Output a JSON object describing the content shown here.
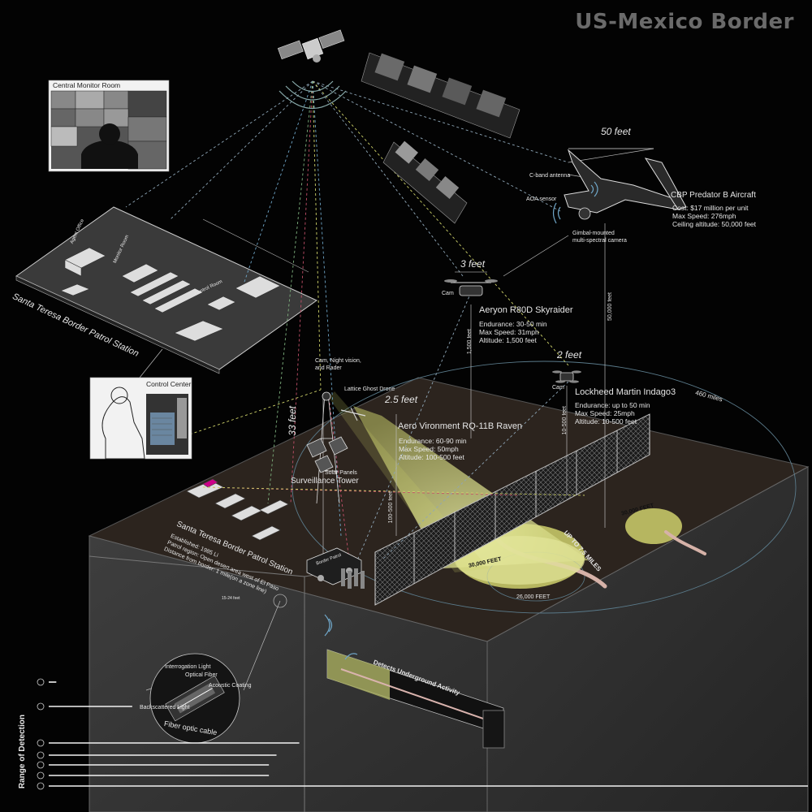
{
  "title": "US-Mexico Border",
  "monitor_room": {
    "title": "Central Monitor Room"
  },
  "control_center": {
    "title": "Control Center"
  },
  "station_plan": {
    "label": "Santa Teresa Border Patrol Station",
    "rooms": [
      "Agent Office",
      "Monitor Room",
      "Control Room"
    ]
  },
  "ground_station": {
    "name": "Santa Teresa Border Patrol Station",
    "established": "Established: 1985 Li",
    "patrol_region": "Patrol region: Open desert area west of El Paso",
    "distance": "Distance from border: 1 mile(on a zone line)"
  },
  "predator": {
    "name": "CBP Predator B Aircraft",
    "size": "50 feet",
    "cost": "Cost: $17 million per unit",
    "speed": "Max Speed: 276mph",
    "altitude": "Ceiling altitude: 50,000 feet",
    "c_band": "C-band antenna",
    "aoa": "AOA sensor",
    "gimbal": "Gimbal-mounted\nmulti-spectral camera",
    "alt_line": "50,000 feet"
  },
  "skyraider": {
    "name": "Aeryon R80D Skyraider",
    "size": "3 feet",
    "cam": "Cam",
    "endurance": "Endurance: 30-50 min",
    "speed": "Max Speed: 31mph",
    "altitude": "Altitude: 1,500 feet",
    "alt_line": "1,500 feet"
  },
  "indago": {
    "name": "Lockheed Martin Indago3",
    "size": "2 feet",
    "cam": "Cam",
    "endurance": "Endurance: up to 50 min",
    "speed": "Max Speed: 25mph",
    "altitude": "Altitude: 10-500 feet",
    "alt_line": "10-500 feet"
  },
  "raven": {
    "name": "Aero Vironment RQ-11B Raven",
    "size": "2.5 feet",
    "endurance": "Endurance: 60-90 min",
    "speed": "Max Speed: 50mph",
    "altitude": "Altitude: 100-500 feet",
    "alt_line": "100-500 feet"
  },
  "tower": {
    "label": "Surveillance Tower",
    "height": "33 feet",
    "sensors": "Cam, Night vision,\nand Rader",
    "ghost_drone": "Lattice Ghost Drone",
    "solar": "Solar Panels"
  },
  "ranges": {
    "r460": "460 miles",
    "r30k_a": "30,000 FEET",
    "r30k_b": "30,000 FEET",
    "r26k": "26,000 FEET",
    "r75": "UP TO 7.5 MILES"
  },
  "underground": {
    "label": "Detects Underground Activity",
    "depth": "15-24 feet"
  },
  "vehicle": "Border Patrol",
  "fiber": {
    "title": "Fiber optic cable",
    "interrogation": "Interrogation Light",
    "optical": "Optical Fiber",
    "acoustic": "Acoustic Coating",
    "backscattered": "Backscattered Light"
  },
  "legend": {
    "title": "Range of Detection",
    "rows": [
      {
        "icon": "fiber-optic-icon",
        "length": 0.01
      },
      {
        "icon": "ghost-drone-icon",
        "length": 0.11
      },
      {
        "icon": "tower-icon",
        "length": 0.33
      },
      {
        "icon": "skyraider-icon",
        "length": 0.3
      },
      {
        "icon": "indago-icon",
        "length": 0.29
      },
      {
        "icon": "raven-icon",
        "length": 0.29
      },
      {
        "icon": "predator-icon",
        "length": 1.0
      }
    ]
  },
  "colors": {
    "beam": "#e6eb9a",
    "dash_yellow": "#cfd36a",
    "dash_blue": "#6fa6c8",
    "dash_red": "#c4506a",
    "dash_green": "#7fb27f",
    "ground_top": "#2c241e",
    "ground_side": "#3c3c3c"
  }
}
